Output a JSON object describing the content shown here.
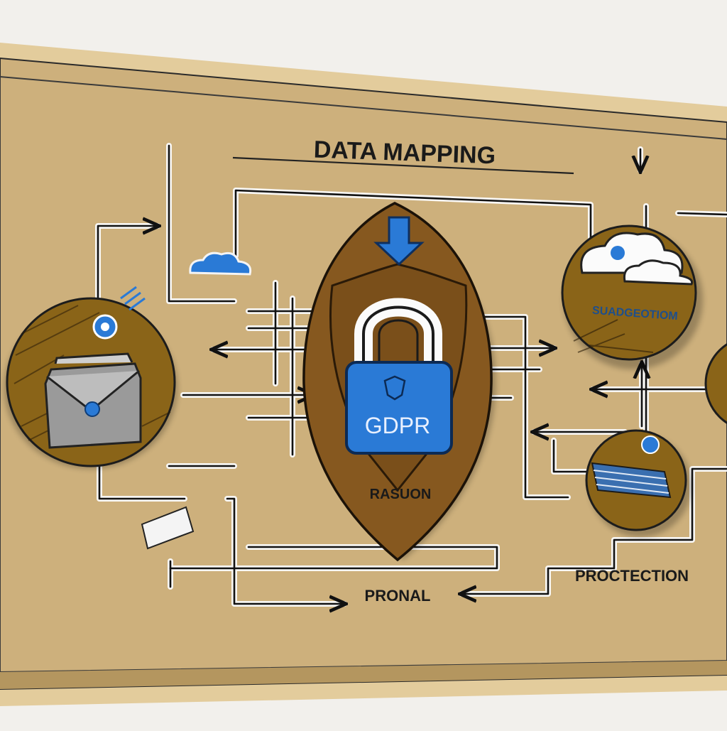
{
  "title": "DATA MAPPING",
  "shield": {
    "lock_label": "GDPR",
    "caption": "RASUON"
  },
  "right_badge_label": "SUADGEOTIOM",
  "bottom_left_label": "PRONAL",
  "bottom_right_label": "PROCTECTION",
  "colors": {
    "board": "#cdb07c",
    "board_shadow": "#a88c5c",
    "badge_brown": "#8a6418",
    "shield_brown": "#86581f",
    "accent_blue": "#2a7ad6",
    "line": "#1c1c1c"
  },
  "icons": [
    "envelope-icon",
    "padlock-icon",
    "shield-icon",
    "cloud-icon",
    "arrow-down-icon",
    "paper-stack-icon",
    "gear-icon"
  ]
}
